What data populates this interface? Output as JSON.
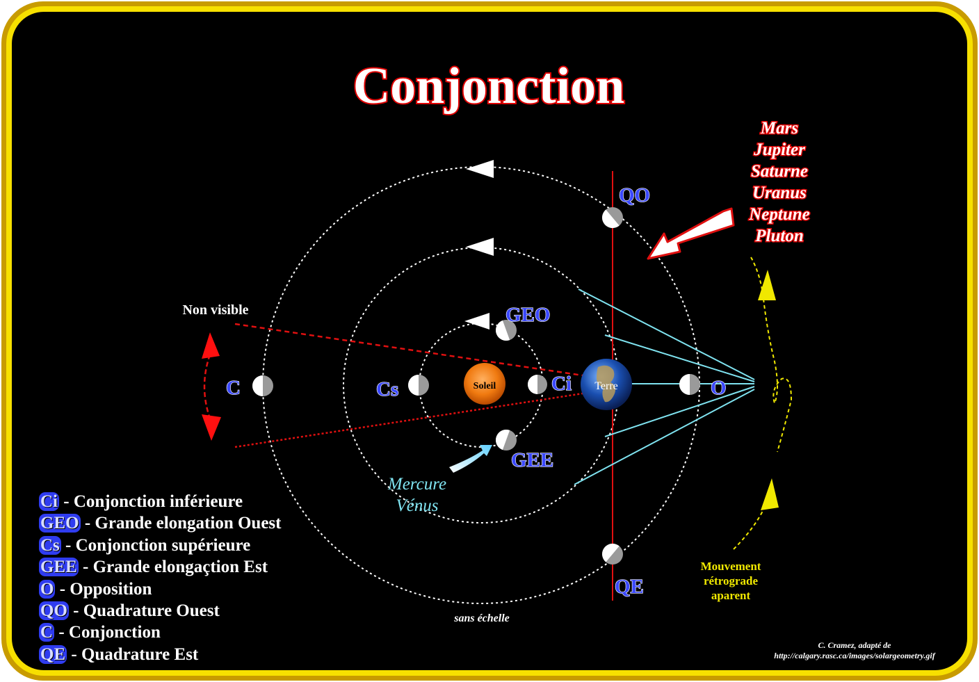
{
  "title": "Conjonction",
  "colors": {
    "frame_outer": "#b8860b",
    "frame_inner": "#f2d600",
    "background": "#000000",
    "title_fill": "#ffffff",
    "title_stroke": "#e00000",
    "position_label": "#3a48ff",
    "outer_planets_text": "#ff1010",
    "retrograde": "#f0e800",
    "sightline": "#7fe3f0",
    "red_line": "#e01010",
    "legend_badge": "#2f3cf0"
  },
  "bodies": {
    "sun": "Soleil",
    "earth": "Terre"
  },
  "position_labels": {
    "QO": "QO",
    "QE": "QE",
    "GEO": "GEO",
    "GEE": "GEE",
    "Ci": "Ci",
    "Cs": "Cs",
    "C": "C",
    "O": "O"
  },
  "outer_planets": [
    "Mars",
    "Jupiter",
    "Saturne",
    "Uranus",
    "Neptune",
    "Pluton"
  ],
  "inner_planets": [
    "Mercure",
    "Vénus"
  ],
  "non_visible": "Non visible",
  "retrograde_label": [
    "Mouvement",
    "rétrograde",
    "aparent"
  ],
  "scale_note": "sans échelle",
  "credit": [
    "C. Cramez, adapté de",
    "http://calgary.rasc.ca/images/solargeometry.gif"
  ],
  "legend": [
    {
      "abbr": "Ci",
      "desc": "- Conjonction inférieure"
    },
    {
      "abbr": "GEO",
      "desc": "- Grande elongation Ouest"
    },
    {
      "abbr": "Cs",
      "desc": "- Conjonction supérieure"
    },
    {
      "abbr": "GEE",
      "desc": "- Grande elongaçtion Est"
    },
    {
      "abbr": "O",
      "desc": "- Opposition"
    },
    {
      "abbr": "QO",
      "desc": "- Quadrature Ouest"
    },
    {
      "abbr": "C",
      "desc": "- Conjonction"
    },
    {
      "abbr": "QE",
      "desc": "- Quadrature Est"
    }
  ]
}
